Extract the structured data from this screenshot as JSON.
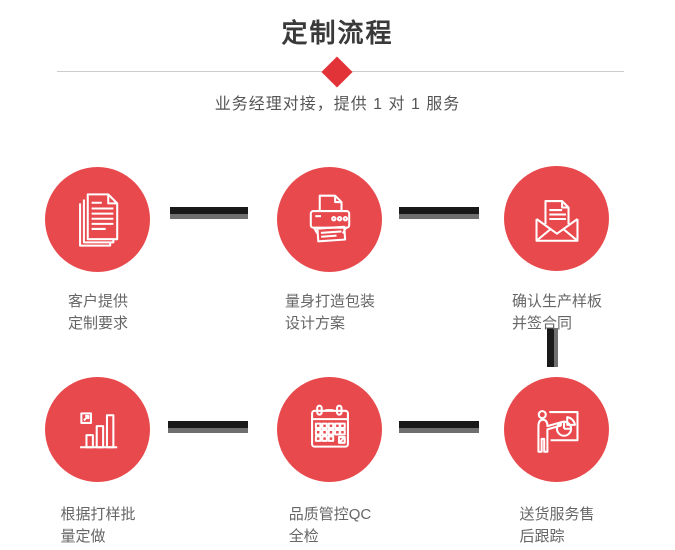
{
  "header": {
    "title": "定制流程",
    "subtitle": "业务经理对接，提供 1 对 1 服务"
  },
  "colors": {
    "accent_red": "#e8494d",
    "diamond_red": "#e23339",
    "connector_black": "#191919",
    "connector_gray": "#6f6f6f",
    "title_text": "#3a3a3a",
    "subtitle_text": "#555555",
    "label_text": "#666666",
    "divider": "#cccccc",
    "icon_stroke": "#ffffff"
  },
  "steps": [
    {
      "icon": "documents-icon",
      "label": [
        "客户提供",
        "定制要求"
      ]
    },
    {
      "icon": "printer-icon",
      "label": [
        "量身打造包装",
        "设计方案"
      ]
    },
    {
      "icon": "envelope-icon",
      "label": [
        "确认生产样板",
        "并签合同"
      ]
    },
    {
      "icon": "bar-chart-icon",
      "label": [
        "根据打样批",
        "量定做"
      ]
    },
    {
      "icon": "calendar-icon",
      "label": [
        "品质管控QC",
        "全检"
      ]
    },
    {
      "icon": "presenter-icon",
      "label": [
        "送货服务售",
        "后跟踪"
      ]
    }
  ]
}
